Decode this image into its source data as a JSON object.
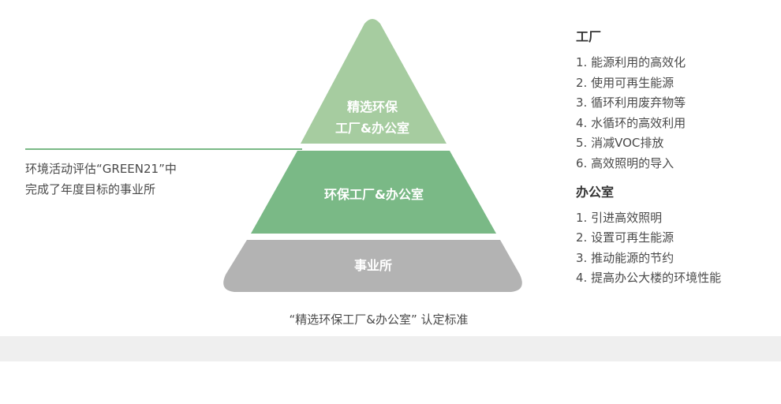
{
  "pyramid": {
    "tiers": [
      {
        "lines": [
          "精选环保",
          "工厂&办公室"
        ],
        "color": "#a6cca0"
      },
      {
        "lines": [
          "环保工厂&办公室"
        ],
        "color": "#7ab986"
      },
      {
        "lines": [
          "事业所"
        ],
        "color": "#b3b3b3"
      }
    ]
  },
  "note": {
    "lines": [
      "环境活动评估“GREEN21”中",
      "完成了年度目标的事业所"
    ],
    "line_color": "#7ab986"
  },
  "caption": "“精选环保工厂&办公室” 认定标准",
  "factory": {
    "title": "工厂",
    "items": [
      "1. 能源利用的高效化",
      "2. 使用可再生能源",
      "3. 循环利用废弃物等",
      "4. 水循环的高效利用",
      "5. 消减VOC排放",
      "6. 高效照明的导入"
    ]
  },
  "office": {
    "title": "办公室",
    "items": [
      "1. 引进高效照明",
      "2. 设置可再生能源",
      "3. 推动能源的节约",
      "4. 提高办公大楼的环境性能"
    ]
  },
  "bottom_band_color": "#efefef"
}
